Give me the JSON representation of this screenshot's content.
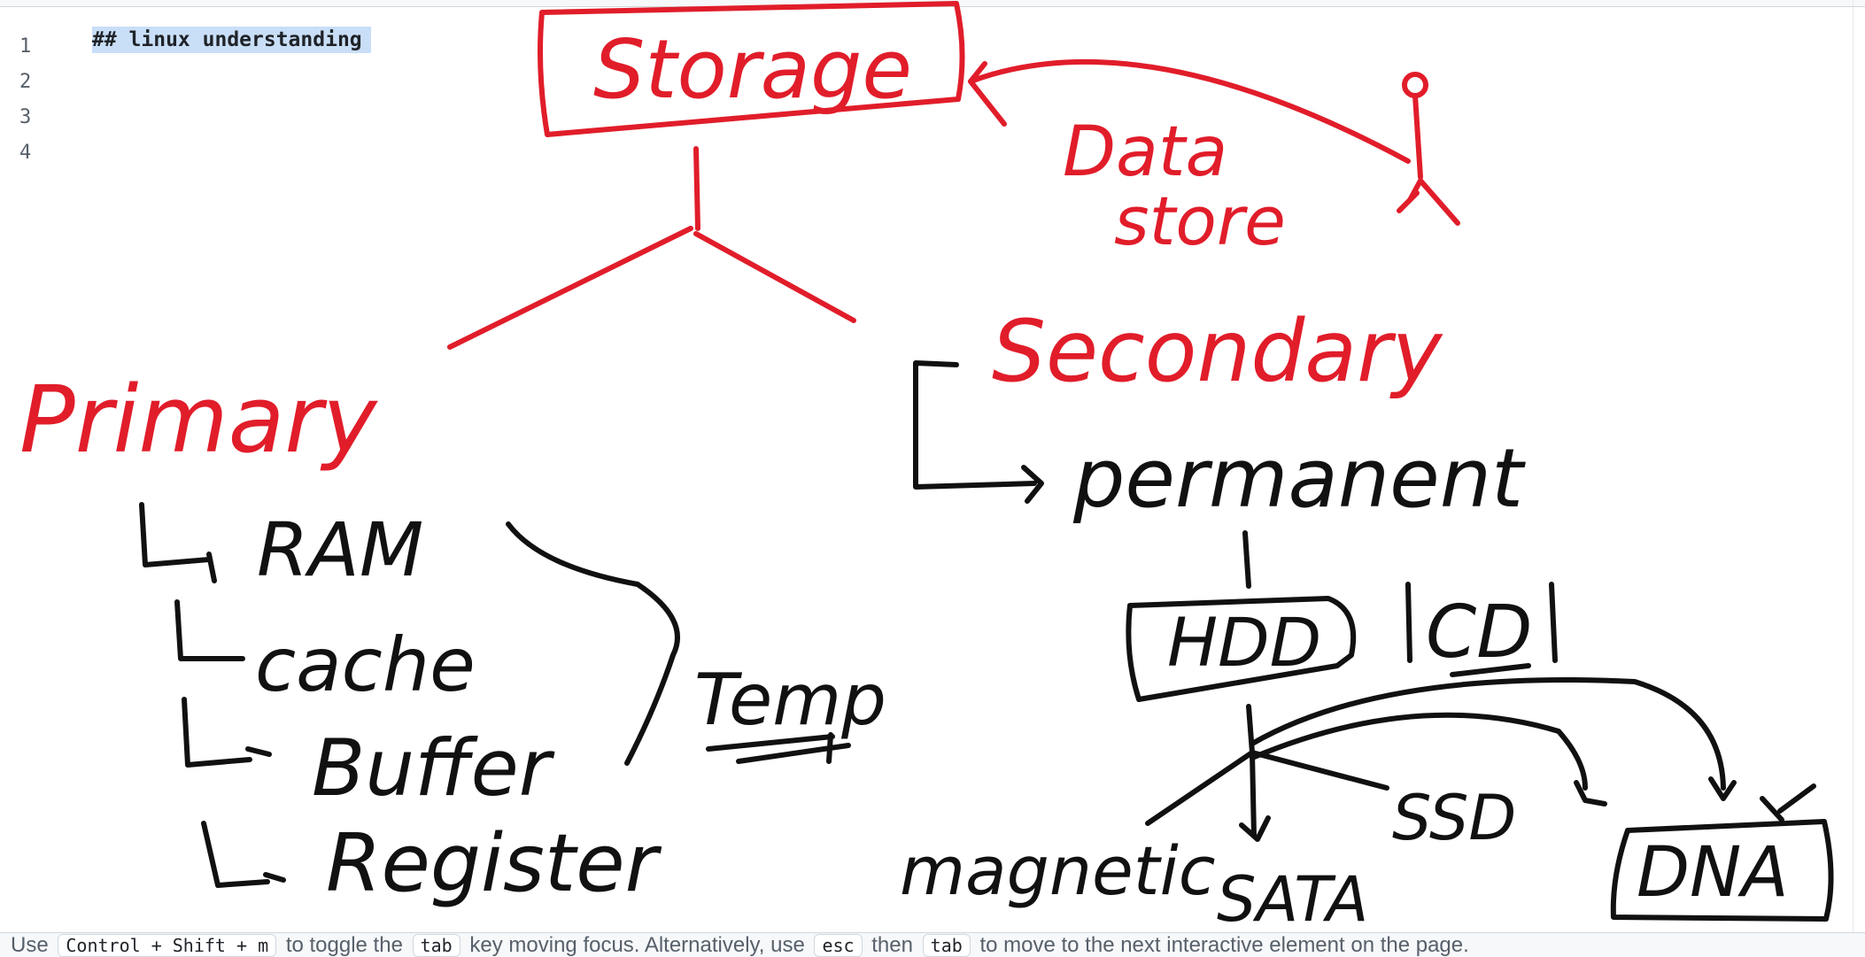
{
  "editor": {
    "line_numbers": [
      "1",
      "2",
      "3",
      "4"
    ],
    "lines": [
      "## linux understanding",
      "",
      "",
      ""
    ]
  },
  "sketch": {
    "ink_colors": {
      "red": "#e11d2a",
      "black": "#111111"
    },
    "labels": {
      "storage": "Storage",
      "data_store": [
        "Data",
        "store"
      ],
      "primary": "Primary",
      "secondary": "Secondary",
      "permanent": "permanent",
      "primary_items": [
        "RAM",
        "cache",
        "Buffer",
        "Register"
      ],
      "temp": "Temp",
      "hdd": "HDD",
      "cd": "CD",
      "magnetic": "magnetic",
      "sata": "SATA",
      "ssd": "SSD",
      "dna": "DNA"
    }
  },
  "hint": {
    "t1": "Use",
    "k1": "Control + Shift + m",
    "t2": "to toggle the",
    "k2": "tab",
    "t3": "key moving focus. Alternatively, use",
    "k3": "esc",
    "t4": "then",
    "k4": "tab",
    "t5": "to move to the next interactive element on the page."
  }
}
